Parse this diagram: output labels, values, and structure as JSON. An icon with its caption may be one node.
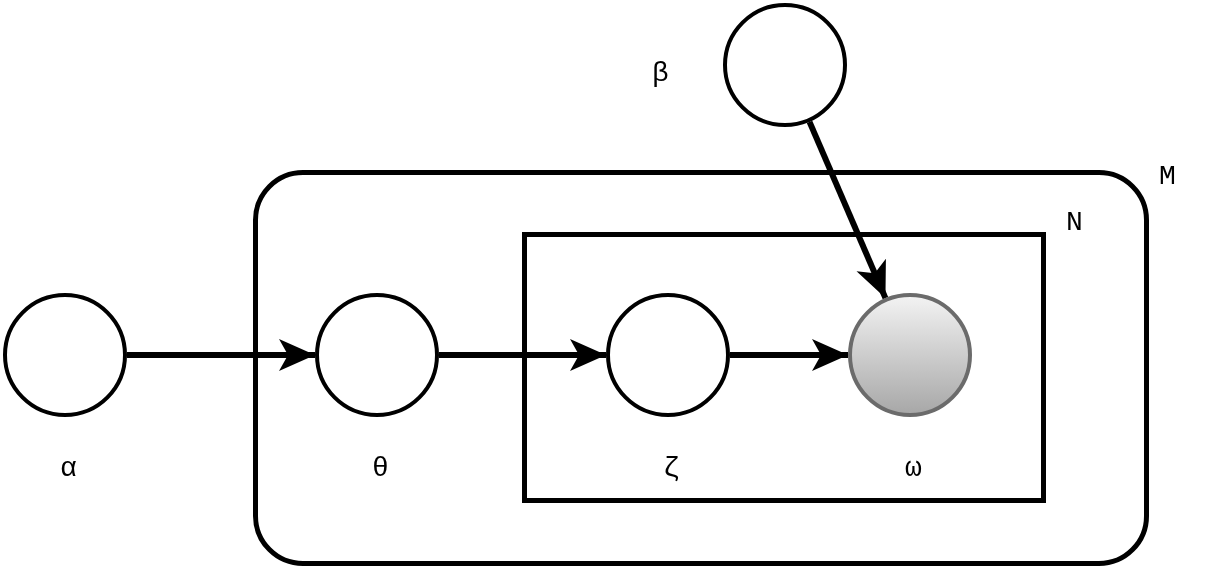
{
  "diagram": {
    "nodes": [
      {
        "text": [],
        "shape": "circle",
        "beside": [
          "β"
        ]
      },
      {
        "text": [
          "M"
        ]
      },
      {
        "text": [
          "N"
        ],
        "in": 1
      },
      {
        "text": [],
        "shape": "circle",
        "beside": [
          "α"
        ]
      },
      {
        "text": [],
        "shape": "circle",
        "beside": [
          "θ"
        ],
        "in": 1
      },
      {
        "text": [],
        "shape": "circle",
        "beside": [
          "ζ"
        ],
        "in": 2
      },
      {
        "text": [],
        "shape": "circle",
        "beside": [
          "ω"
        ],
        "in": 2
      }
    ],
    "edges": [
      {
        "from": 3,
        "to": 4,
        "arrow": "to"
      },
      {
        "from": 4,
        "to": 5,
        "arrow": "to"
      },
      {
        "from": 5,
        "to": 6,
        "arrow": "to"
      },
      {
        "from": 0,
        "to": 6,
        "arrow": "to"
      }
    ]
  }
}
